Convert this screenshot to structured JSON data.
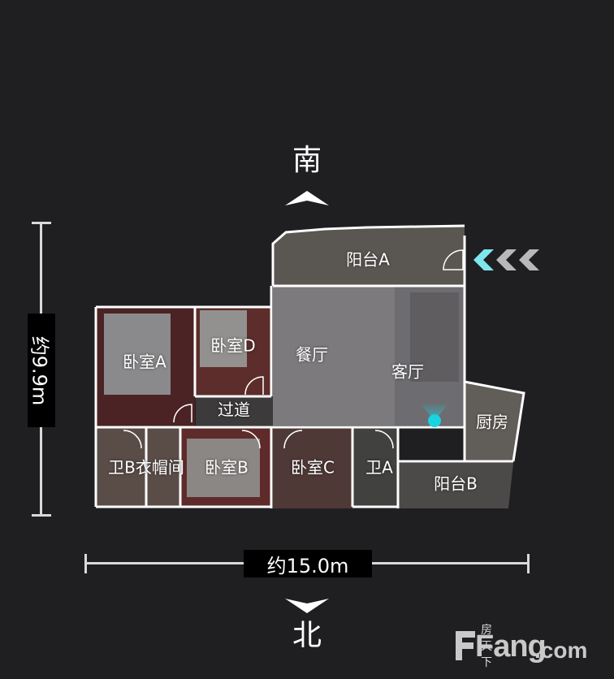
{
  "compass": {
    "south": "南",
    "north": "北"
  },
  "dimensions": {
    "width": "约15.0m",
    "height": "约9.9m"
  },
  "rooms": {
    "balcony_a": "阳台A",
    "bedroom_d": "卧室D",
    "bedroom_a": "卧室A",
    "dining": "餐厅",
    "living": "客厅",
    "corridor": "过道",
    "kitchen": "厨房",
    "bath_b_closet": "卫B衣帽间",
    "bedroom_b": "卧室B",
    "bedroom_c": "卧室C",
    "bath_a": "卫A",
    "balcony_b": "阳台B"
  },
  "colors": {
    "accent": "#18d3e0",
    "wall": "#ffffff",
    "background": "#1f1f21"
  },
  "watermark": {
    "cn": "房天下",
    "brand": "Fang",
    "suffix": ".com"
  }
}
